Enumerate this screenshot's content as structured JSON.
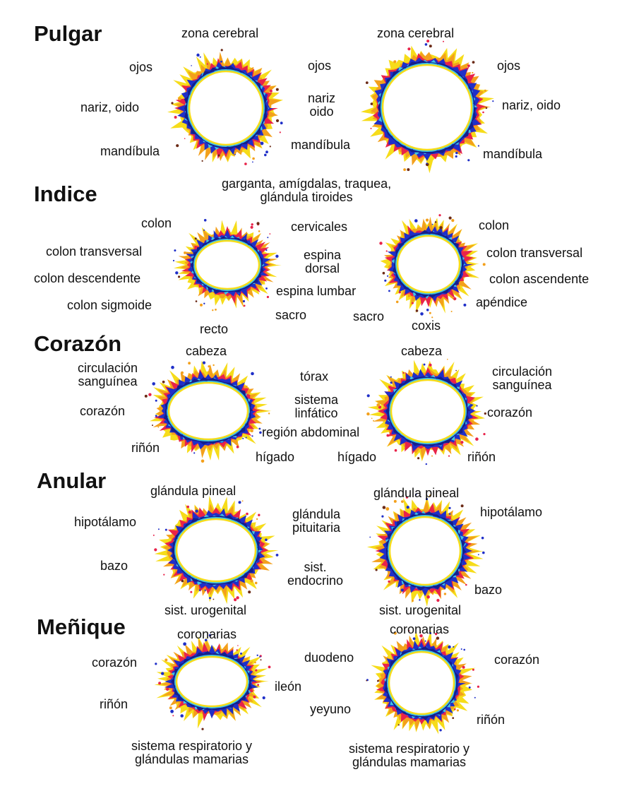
{
  "colors": {
    "cyan": "#3fc6e4",
    "blue": "#1f2fc8",
    "navy": "#141f8c",
    "red": "#e8234a",
    "orange": "#f3a01c",
    "yellow": "#f6dc1a",
    "brown": "#6b2a16"
  },
  "sections": [
    {
      "title": "Pulgar",
      "labels": [
        {
          "id": "pulgar-zona-cerebral-l",
          "text": "zona cerebral"
        },
        {
          "id": "pulgar-zona-cerebral-r",
          "text": "zona cerebral"
        },
        {
          "id": "pulgar-ojos-l1",
          "text": "ojos"
        },
        {
          "id": "pulgar-ojos-l2",
          "text": "ojos"
        },
        {
          "id": "pulgar-ojos-r",
          "text": "ojos"
        },
        {
          "id": "pulgar-nariz-oido-l",
          "text": "nariz, oido"
        },
        {
          "id": "pulgar-nariz-oido-c",
          "text": "nariz\noido"
        },
        {
          "id": "pulgar-nariz-oido-r",
          "text": "nariz, oido"
        },
        {
          "id": "pulgar-mandibula-l",
          "text": "mandíbula"
        },
        {
          "id": "pulgar-mandibula-c",
          "text": "mandíbula"
        },
        {
          "id": "pulgar-mandibula-r",
          "text": "mandíbula"
        },
        {
          "id": "pulgar-garganta",
          "text": "garganta, amígdalas, traquea,\nglándula tiroides"
        }
      ]
    },
    {
      "title": "Indice",
      "labels": [
        {
          "id": "indice-colon-l",
          "text": "colon"
        },
        {
          "id": "indice-cervicales",
          "text": "cervicales"
        },
        {
          "id": "indice-colon-r",
          "text": "colon"
        },
        {
          "id": "indice-colon-transversal-l",
          "text": "colon transversal"
        },
        {
          "id": "indice-espina-dorsal",
          "text": "espina\ndorsal"
        },
        {
          "id": "indice-colon-transversal-r",
          "text": "colon transversal"
        },
        {
          "id": "indice-colon-descendente",
          "text": "colon descendente"
        },
        {
          "id": "indice-colon-ascendente",
          "text": "colon ascendente"
        },
        {
          "id": "indice-espina-lumbar",
          "text": "espina lumbar"
        },
        {
          "id": "indice-colon-sigmoide",
          "text": "colon sigmoide"
        },
        {
          "id": "indice-apendice",
          "text": "apéndice"
        },
        {
          "id": "indice-sacro-l",
          "text": "sacro"
        },
        {
          "id": "indice-sacro-r",
          "text": "sacro"
        },
        {
          "id": "indice-recto",
          "text": "recto"
        },
        {
          "id": "indice-coxis",
          "text": "coxis"
        }
      ]
    },
    {
      "title": "Corazón",
      "labels": [
        {
          "id": "corazon-cabeza-l",
          "text": "cabeza"
        },
        {
          "id": "corazon-cabeza-r",
          "text": "cabeza"
        },
        {
          "id": "corazon-circulacion-l",
          "text": "circulación\nsanguínea"
        },
        {
          "id": "corazon-torax",
          "text": "tórax"
        },
        {
          "id": "corazon-circulacion-r",
          "text": "circulación\nsanguínea"
        },
        {
          "id": "corazon-sistema-linfatico",
          "text": "sistema\nlinfático"
        },
        {
          "id": "corazon-corazon-l",
          "text": "corazón"
        },
        {
          "id": "corazon-corazon-r",
          "text": "corazón"
        },
        {
          "id": "corazon-region-abdominal",
          "text": "región abdominal"
        },
        {
          "id": "corazon-rinon-l",
          "text": "riñón"
        },
        {
          "id": "corazon-higado-l",
          "text": "hígado"
        },
        {
          "id": "corazon-higado-r",
          "text": "hígado"
        },
        {
          "id": "corazon-rinon-r",
          "text": "riñón"
        }
      ]
    },
    {
      "title": "Anular",
      "labels": [
        {
          "id": "anular-pineal-l",
          "text": "glándula pineal"
        },
        {
          "id": "anular-pineal-r",
          "text": "glándula pineal"
        },
        {
          "id": "anular-hipotalamo-l",
          "text": "hipotálamo"
        },
        {
          "id": "anular-pituitaria",
          "text": "glándula\npituitaria"
        },
        {
          "id": "anular-hipotalamo-r",
          "text": "hipotálamo"
        },
        {
          "id": "anular-bazo-l",
          "text": "bazo"
        },
        {
          "id": "anular-endocrino",
          "text": "sist.\nendocrino"
        },
        {
          "id": "anular-bazo-r",
          "text": "bazo"
        },
        {
          "id": "anular-urogenital-l",
          "text": "sist. urogenital"
        },
        {
          "id": "anular-urogenital-r",
          "text": "sist. urogenital"
        }
      ]
    },
    {
      "title": "Meñique",
      "labels": [
        {
          "id": "menique-coronarias-l",
          "text": "coronarias"
        },
        {
          "id": "menique-coronarias-r",
          "text": "coronarias"
        },
        {
          "id": "menique-corazon-l",
          "text": "corazón"
        },
        {
          "id": "menique-duodeno",
          "text": "duodeno"
        },
        {
          "id": "menique-corazon-r",
          "text": "corazón"
        },
        {
          "id": "menique-ileon",
          "text": "ileón"
        },
        {
          "id": "menique-rinon-l",
          "text": "riñón"
        },
        {
          "id": "menique-yeyuno",
          "text": "yeyuno"
        },
        {
          "id": "menique-rinon-r",
          "text": "riñón"
        },
        {
          "id": "menique-respiratorio-l",
          "text": "sistema respiratorio y\nglándulas mamarias"
        },
        {
          "id": "menique-respiratorio-r",
          "text": "sistema respiratorio y\nglándulas mamarias"
        }
      ]
    }
  ]
}
